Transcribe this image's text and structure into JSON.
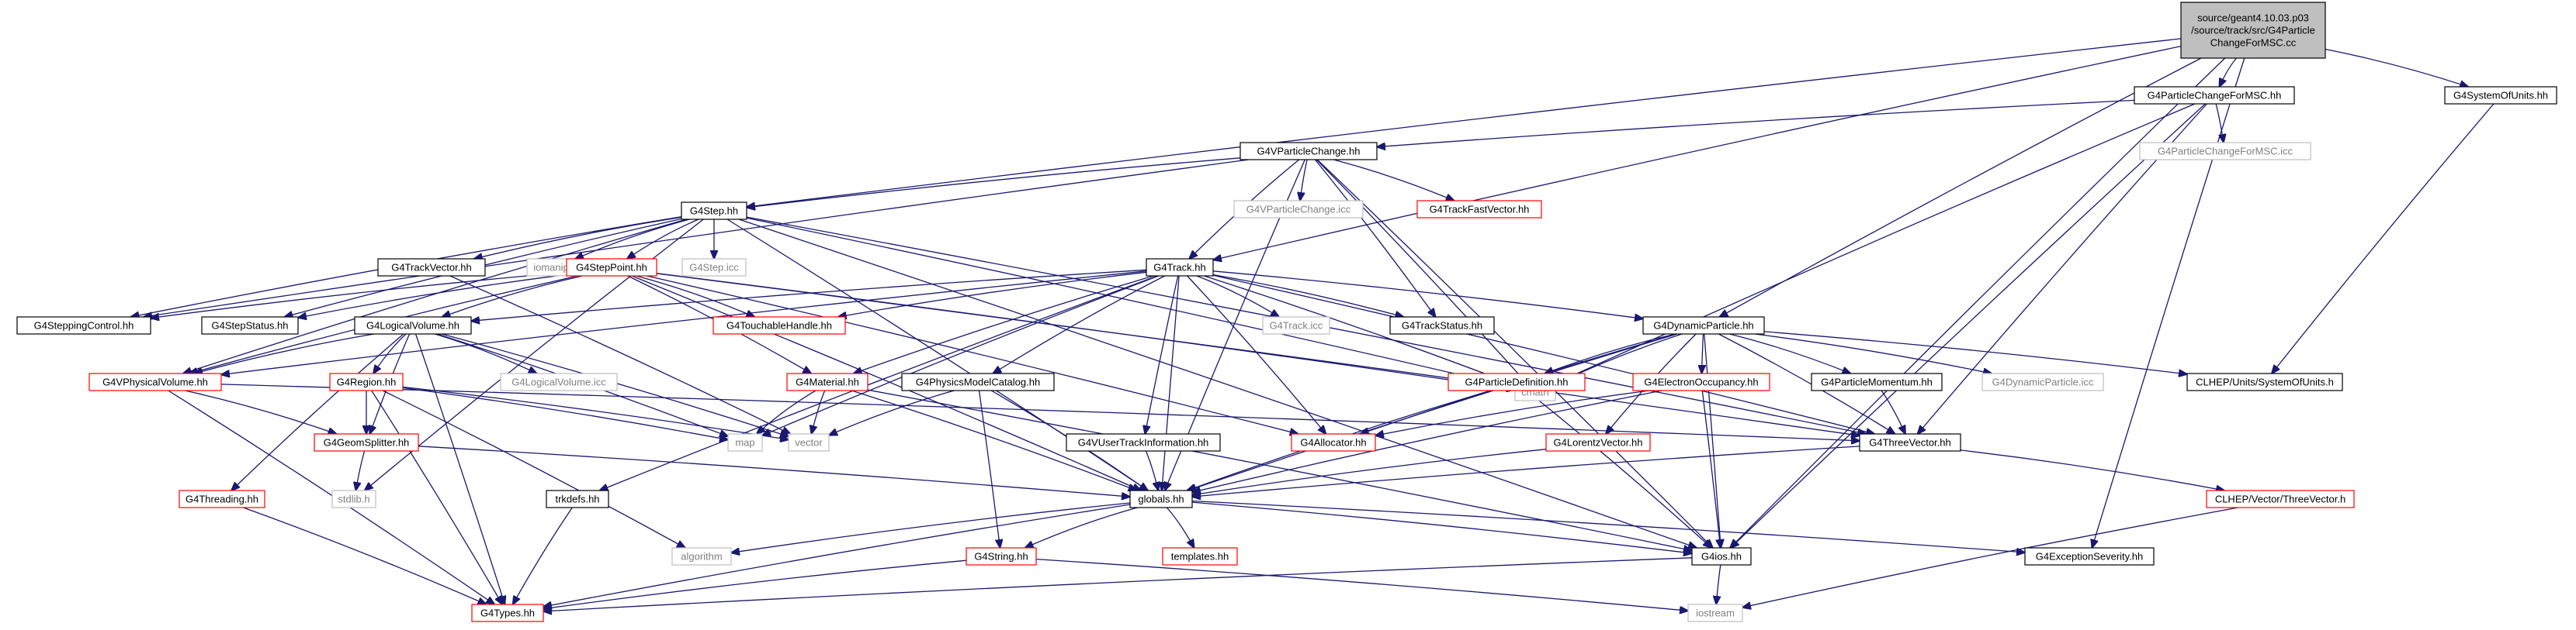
{
  "diagram": {
    "colors": {
      "edge": "#191970",
      "root_fill": "#bfbfbf",
      "normal_border": "#000000",
      "truncated_border": "#ff0000",
      "external_border": "#bfbfbf",
      "external_text": "#808080",
      "text": "#000000"
    },
    "nodes": [
      {
        "id": "root",
        "lines": [
          "source/geant4.10.03.p03",
          "/source/track/src/G4Particle",
          "ChangeForMSC.cc"
        ],
        "style": "root"
      },
      {
        "id": "pcmsc_hh",
        "lines": [
          "G4ParticleChangeForMSC.hh"
        ],
        "style": "normal"
      },
      {
        "id": "sou_hh",
        "lines": [
          "G4SystemOfUnits.hh"
        ],
        "style": "normal"
      },
      {
        "id": "vpc_hh",
        "lines": [
          "G4VParticleChange.hh"
        ],
        "style": "normal"
      },
      {
        "id": "pcmsc_icc",
        "lines": [
          "G4ParticleChangeForMSC.icc"
        ],
        "style": "external"
      },
      {
        "id": "step_hh",
        "lines": [
          "G4Step.hh"
        ],
        "style": "normal"
      },
      {
        "id": "vpc_icc",
        "lines": [
          "G4VParticleChange.icc"
        ],
        "style": "external"
      },
      {
        "id": "tfv_hh",
        "lines": [
          "G4TrackFastVector.hh"
        ],
        "style": "truncated"
      },
      {
        "id": "trackvec_hh",
        "lines": [
          "G4TrackVector.hh"
        ],
        "style": "normal"
      },
      {
        "id": "iomanip",
        "lines": [
          "iomanip"
        ],
        "style": "external"
      },
      {
        "id": "steppoint_hh",
        "lines": [
          "G4StepPoint.hh"
        ],
        "style": "truncated"
      },
      {
        "id": "step_icc",
        "lines": [
          "G4Step.icc"
        ],
        "style": "external"
      },
      {
        "id": "track_hh",
        "lines": [
          "G4Track.hh"
        ],
        "style": "normal"
      },
      {
        "id": "stepctrl_hh",
        "lines": [
          "G4SteppingControl.hh"
        ],
        "style": "normal"
      },
      {
        "id": "stepstatus_hh",
        "lines": [
          "G4StepStatus.hh"
        ],
        "style": "normal"
      },
      {
        "id": "touch_hh",
        "lines": [
          "G4TouchableHandle.hh"
        ],
        "style": "truncated"
      },
      {
        "id": "track_icc",
        "lines": [
          "G4Track.icc"
        ],
        "style": "external"
      },
      {
        "id": "trackstatus_hh",
        "lines": [
          "G4TrackStatus.hh"
        ],
        "style": "normal"
      },
      {
        "id": "dynpart_hh",
        "lines": [
          "G4DynamicParticle.hh"
        ],
        "style": "normal"
      },
      {
        "id": "logvol_hh",
        "lines": [
          "G4LogicalVolume.hh"
        ],
        "style": "normal"
      },
      {
        "id": "vphys_hh",
        "lines": [
          "G4VPhysicalVolume.hh"
        ],
        "style": "truncated"
      },
      {
        "id": "logvol_icc",
        "lines": [
          "G4LogicalVolume.icc"
        ],
        "style": "external"
      },
      {
        "id": "region_hh",
        "lines": [
          "G4Region.hh"
        ],
        "style": "truncated"
      },
      {
        "id": "material_hh",
        "lines": [
          "G4Material.hh"
        ],
        "style": "truncated"
      },
      {
        "id": "physcat_hh",
        "lines": [
          "G4PhysicsModelCatalog.hh"
        ],
        "style": "normal"
      },
      {
        "id": "cmath",
        "lines": [
          "cmath"
        ],
        "style": "external"
      },
      {
        "id": "pdef_hh",
        "lines": [
          "G4ParticleDefinition.hh"
        ],
        "style": "truncated"
      },
      {
        "id": "eocc_hh",
        "lines": [
          "G4ElectronOccupancy.hh"
        ],
        "style": "truncated"
      },
      {
        "id": "pmom_hh",
        "lines": [
          "G4ParticleMomentum.hh"
        ],
        "style": "normal"
      },
      {
        "id": "dynpart_icc",
        "lines": [
          "G4DynamicParticle.icc"
        ],
        "style": "external"
      },
      {
        "id": "clhep_units",
        "lines": [
          "CLHEP/Units/SystemOfUnits.h"
        ],
        "style": "normal"
      },
      {
        "id": "geomsplit_hh",
        "lines": [
          "G4GeomSplitter.hh"
        ],
        "style": "truncated"
      },
      {
        "id": "map",
        "lines": [
          "map"
        ],
        "style": "external"
      },
      {
        "id": "vector",
        "lines": [
          "vector"
        ],
        "style": "external"
      },
      {
        "id": "vuti_hh",
        "lines": [
          "G4VUserTrackInformation.hh"
        ],
        "style": "normal"
      },
      {
        "id": "alloc_hh",
        "lines": [
          "G4Allocator.hh"
        ],
        "style": "truncated"
      },
      {
        "id": "lorentz_hh",
        "lines": [
          "G4LorentzVector.hh"
        ],
        "style": "truncated"
      },
      {
        "id": "threevec_hh",
        "lines": [
          "G4ThreeVector.hh"
        ],
        "style": "normal"
      },
      {
        "id": "stdlib_h",
        "lines": [
          "stdlib.h"
        ],
        "style": "external"
      },
      {
        "id": "threading_hh",
        "lines": [
          "G4Threading.hh"
        ],
        "style": "truncated"
      },
      {
        "id": "trkdefs_hh",
        "lines": [
          "trkdefs.hh"
        ],
        "style": "normal"
      },
      {
        "id": "globals_hh",
        "lines": [
          "globals.hh"
        ],
        "style": "normal"
      },
      {
        "id": "clhep_tv",
        "lines": [
          "CLHEP/Vector/ThreeVector.h"
        ],
        "style": "truncated"
      },
      {
        "id": "algorithm",
        "lines": [
          "algorithm"
        ],
        "style": "external"
      },
      {
        "id": "templates_hh",
        "lines": [
          "templates.hh"
        ],
        "style": "truncated"
      },
      {
        "id": "string_hh",
        "lines": [
          "G4String.hh"
        ],
        "style": "truncated"
      },
      {
        "id": "ios_hh",
        "lines": [
          "G4ios.hh"
        ],
        "style": "normal"
      },
      {
        "id": "excsev_hh",
        "lines": [
          "G4ExceptionSeverity.hh"
        ],
        "style": "normal"
      },
      {
        "id": "types_hh",
        "lines": [
          "G4Types.hh"
        ],
        "style": "truncated"
      },
      {
        "id": "iostream",
        "lines": [
          "iostream"
        ],
        "style": "external"
      }
    ],
    "edges": [
      [
        "root",
        "pcmsc_hh"
      ],
      [
        "root",
        "sou_hh"
      ],
      [
        "root",
        "step_hh"
      ],
      [
        "root",
        "track_hh"
      ],
      [
        "root",
        "dynpart_hh"
      ],
      [
        "root",
        "ios_hh"
      ],
      [
        "root",
        "excsev_hh"
      ],
      [
        "pcmsc_hh",
        "vpc_hh"
      ],
      [
        "pcmsc_hh",
        "pcmsc_icc"
      ],
      [
        "pcmsc_hh",
        "threevec_hh"
      ],
      [
        "pcmsc_hh",
        "ios_hh"
      ],
      [
        "pcmsc_hh",
        "cmath"
      ],
      [
        "sou_hh",
        "clhep_units"
      ],
      [
        "vpc_hh",
        "step_hh"
      ],
      [
        "vpc_hh",
        "vpc_icc"
      ],
      [
        "vpc_hh",
        "tfv_hh"
      ],
      [
        "vpc_hh",
        "track_hh"
      ],
      [
        "vpc_hh",
        "trackstatus_hh"
      ],
      [
        "vpc_hh",
        "stepctrl_hh"
      ],
      [
        "vpc_hh",
        "globals_hh"
      ],
      [
        "vpc_hh",
        "ios_hh"
      ],
      [
        "vpc_hh",
        "cmath"
      ],
      [
        "step_hh",
        "trackvec_hh"
      ],
      [
        "step_hh",
        "iomanip"
      ],
      [
        "step_hh",
        "steppoint_hh"
      ],
      [
        "step_hh",
        "step_icc"
      ],
      [
        "step_hh",
        "stepctrl_hh"
      ],
      [
        "step_hh",
        "stepstatus_hh"
      ],
      [
        "step_hh",
        "vphys_hh"
      ],
      [
        "step_hh",
        "stdlib_h"
      ],
      [
        "step_hh",
        "globals_hh"
      ],
      [
        "step_hh",
        "threevec_hh"
      ],
      [
        "step_hh",
        "ios_hh"
      ],
      [
        "step_hh",
        "cmath"
      ],
      [
        "trackvec_hh",
        "vector"
      ],
      [
        "steppoint_hh",
        "stepstatus_hh"
      ],
      [
        "steppoint_hh",
        "stepctrl_hh"
      ],
      [
        "steppoint_hh",
        "touch_hh"
      ],
      [
        "steppoint_hh",
        "logvol_hh"
      ],
      [
        "steppoint_hh",
        "vphys_hh"
      ],
      [
        "steppoint_hh",
        "material_hh"
      ],
      [
        "steppoint_hh",
        "alloc_hh"
      ],
      [
        "steppoint_hh",
        "globals_hh"
      ],
      [
        "steppoint_hh",
        "threevec_hh"
      ],
      [
        "steppoint_hh",
        "cmath"
      ],
      [
        "track_hh",
        "track_icc"
      ],
      [
        "track_hh",
        "trackstatus_hh"
      ],
      [
        "track_hh",
        "dynpart_hh"
      ],
      [
        "track_hh",
        "touch_hh"
      ],
      [
        "track_hh",
        "logvol_hh"
      ],
      [
        "track_hh",
        "vphys_hh"
      ],
      [
        "track_hh",
        "material_hh"
      ],
      [
        "track_hh",
        "physcat_hh"
      ],
      [
        "track_hh",
        "vuti_hh"
      ],
      [
        "track_hh",
        "alloc_hh"
      ],
      [
        "track_hh",
        "trkdefs_hh"
      ],
      [
        "track_hh",
        "globals_hh"
      ],
      [
        "track_hh",
        "threevec_hh"
      ],
      [
        "track_hh",
        "cmath"
      ],
      [
        "track_hh",
        "map"
      ],
      [
        "dynpart_hh",
        "pdef_hh"
      ],
      [
        "dynpart_hh",
        "eocc_hh"
      ],
      [
        "dynpart_hh",
        "pmom_hh"
      ],
      [
        "dynpart_hh",
        "dynpart_icc"
      ],
      [
        "dynpart_hh",
        "clhep_units"
      ],
      [
        "dynpart_hh",
        "lorentz_hh"
      ],
      [
        "dynpart_hh",
        "threevec_hh"
      ],
      [
        "dynpart_hh",
        "alloc_hh"
      ],
      [
        "dynpart_hh",
        "globals_hh"
      ],
      [
        "dynpart_hh",
        "ios_hh"
      ],
      [
        "dynpart_hh",
        "cmath"
      ],
      [
        "logvol_hh",
        "logvol_icc"
      ],
      [
        "logvol_hh",
        "region_hh"
      ],
      [
        "logvol_hh",
        "vphys_hh"
      ],
      [
        "logvol_hh",
        "geomsplit_hh"
      ],
      [
        "logvol_hh",
        "threading_hh"
      ],
      [
        "logvol_hh",
        "vector"
      ],
      [
        "logvol_hh",
        "map"
      ],
      [
        "logvol_hh",
        "types_hh"
      ],
      [
        "vphys_hh",
        "geomsplit_hh"
      ],
      [
        "vphys_hh",
        "threevec_hh"
      ],
      [
        "vphys_hh",
        "types_hh"
      ],
      [
        "region_hh",
        "geomsplit_hh"
      ],
      [
        "region_hh",
        "map"
      ],
      [
        "region_hh",
        "vector"
      ],
      [
        "region_hh",
        "algorithm"
      ],
      [
        "region_hh",
        "types_hh"
      ],
      [
        "material_hh",
        "vector"
      ],
      [
        "material_hh",
        "map"
      ],
      [
        "material_hh",
        "globals_hh"
      ],
      [
        "material_hh",
        "ios_hh"
      ],
      [
        "physcat_hh",
        "vector"
      ],
      [
        "physcat_hh",
        "globals_hh"
      ],
      [
        "physcat_hh",
        "string_hh"
      ],
      [
        "pdef_hh",
        "globals_hh"
      ],
      [
        "pdef_hh",
        "ios_hh"
      ],
      [
        "eocc_hh",
        "alloc_hh"
      ],
      [
        "eocc_hh",
        "globals_hh"
      ],
      [
        "eocc_hh",
        "ios_hh"
      ],
      [
        "pmom_hh",
        "threevec_hh"
      ],
      [
        "geomsplit_hh",
        "stdlib_h"
      ],
      [
        "geomsplit_hh",
        "globals_hh"
      ],
      [
        "vuti_hh",
        "globals_hh"
      ],
      [
        "lorentz_hh",
        "globals_hh"
      ],
      [
        "threevec_hh",
        "globals_hh"
      ],
      [
        "threevec_hh",
        "clhep_tv"
      ],
      [
        "threading_hh",
        "types_hh"
      ],
      [
        "trkdefs_hh",
        "types_hh"
      ],
      [
        "globals_hh",
        "algorithm"
      ],
      [
        "globals_hh",
        "templates_hh"
      ],
      [
        "globals_hh",
        "string_hh"
      ],
      [
        "globals_hh",
        "ios_hh"
      ],
      [
        "globals_hh",
        "excsev_hh"
      ],
      [
        "globals_hh",
        "types_hh"
      ],
      [
        "clhep_tv",
        "iostream"
      ],
      [
        "string_hh",
        "types_hh"
      ],
      [
        "string_hh",
        "iostream"
      ],
      [
        "ios_hh",
        "types_hh"
      ],
      [
        "ios_hh",
        "iostream"
      ]
    ]
  }
}
